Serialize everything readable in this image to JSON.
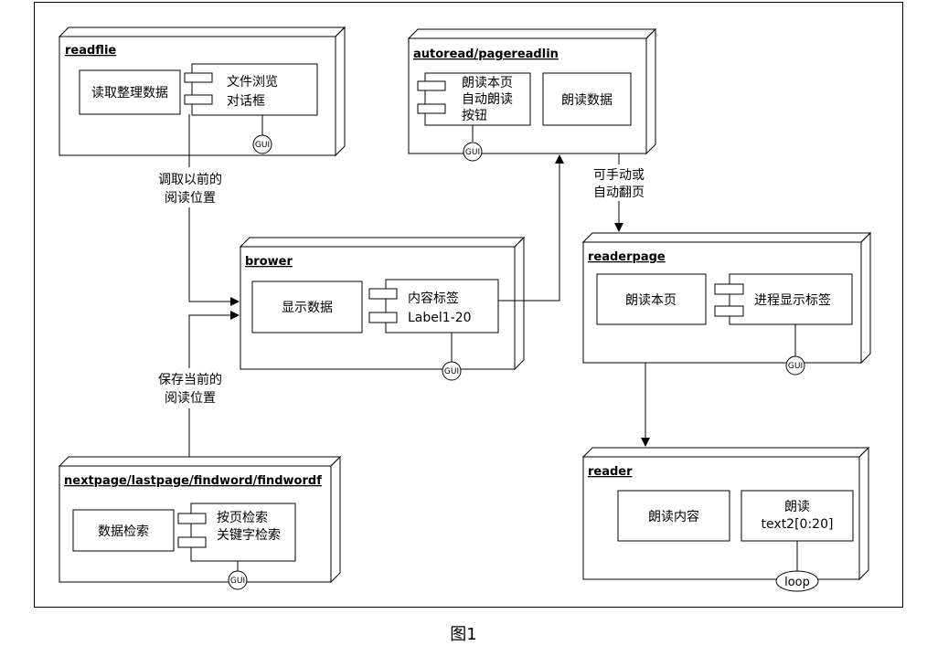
{
  "nodes": {
    "readflie": {
      "title": "readflie",
      "left_box": "读取整理数据",
      "comp_lines": [
        "文件浏览",
        "对话框"
      ],
      "interface": "GUI"
    },
    "autoread": {
      "title": "autoread/pagereadlin",
      "comp_lines": [
        "朗读本页",
        "自动朗读",
        "按钮"
      ],
      "right_box": "朗读数据",
      "interface": "GUI"
    },
    "brower": {
      "title": "brower",
      "left_box": "显示数据",
      "comp_lines": [
        "内容标签",
        "Label1-20"
      ],
      "interface": "GUI"
    },
    "readerpage": {
      "title": "readerpage",
      "left_box": "朗读本页",
      "comp_lines": [
        "进程显示标签"
      ],
      "interface": "GUI"
    },
    "nextpage": {
      "title": "nextpage/lastpage/findword/findwordf",
      "left_box": "数据检索",
      "comp_lines": [
        "按页检索",
        "关键字检索"
      ],
      "interface": "GUI"
    },
    "reader": {
      "title": "reader",
      "left_box": "朗读内容",
      "right_lines": [
        "朗读",
        "text2[0:20]"
      ],
      "interface": "loop"
    }
  },
  "edges": {
    "e1": [
      "调取以前的",
      "阅读位置"
    ],
    "e2": [
      "保存当前的",
      "阅读位置"
    ],
    "e3": [
      "可手动或",
      "自动翻页"
    ]
  },
  "caption": "图1"
}
